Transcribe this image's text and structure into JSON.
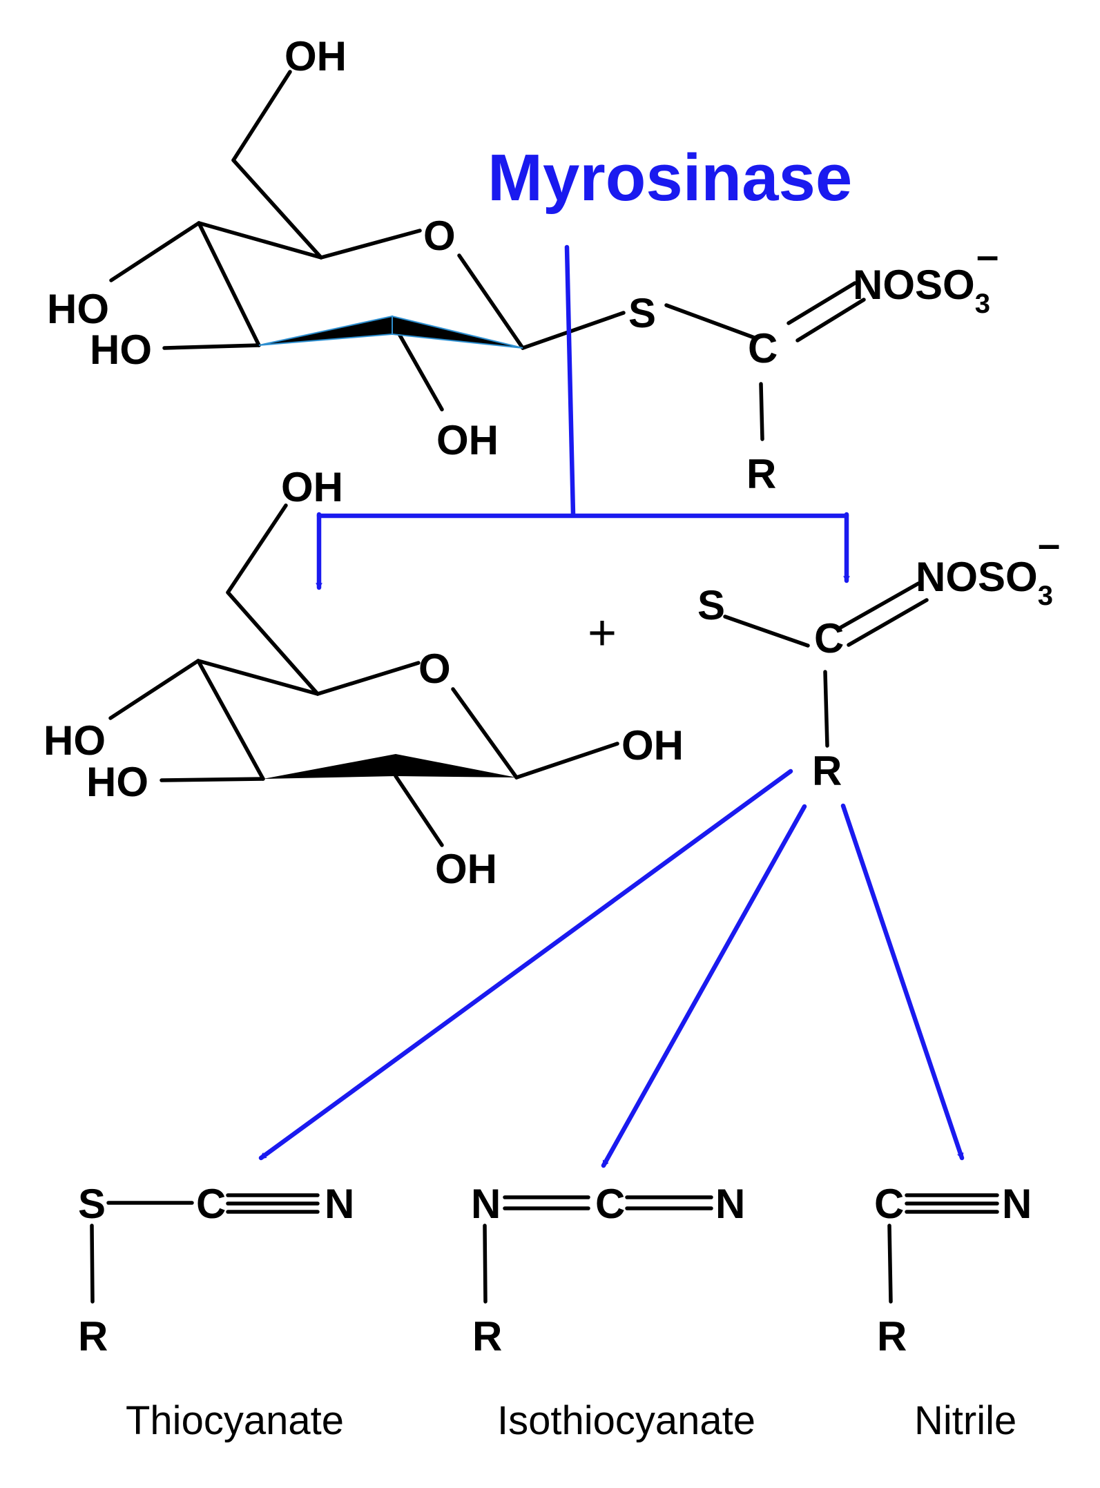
{
  "colors": {
    "bond": "#000000",
    "enzyme": "#1a1aef",
    "arrow": "#1a1aef",
    "ring_edge": "#2e8fd0"
  },
  "enzyme": {
    "name": "Myrosinase"
  },
  "glucosinolate": {
    "hydroxyls": [
      "OH",
      "HO",
      "HO",
      "OH"
    ],
    "ring_oxygen": "O",
    "sulfur": "S",
    "carbon": "C",
    "oxime_group": "NOSO",
    "oxime_subscript": "3",
    "charge": "–",
    "side_chain": "R"
  },
  "glucose": {
    "hydroxyls": [
      "OH",
      "HO",
      "HO",
      "OH",
      "OH"
    ],
    "ring_oxygen": "O"
  },
  "plus_sign": "+",
  "aglucone": {
    "sulfur": "S",
    "carbon": "C",
    "oxime_group": "NOSO",
    "oxime_subscript": "3",
    "charge": "–",
    "side_chain": "R"
  },
  "products": [
    {
      "name": "Thiocyanate",
      "atoms": [
        "S",
        "C",
        "N"
      ],
      "side_chain": "R"
    },
    {
      "name": "Isothiocyanate",
      "atoms": [
        "N",
        "C",
        "N"
      ],
      "side_chain": "R"
    },
    {
      "name": "Nitrile",
      "atoms": [
        "C",
        "N"
      ],
      "side_chain": "R"
    }
  ]
}
